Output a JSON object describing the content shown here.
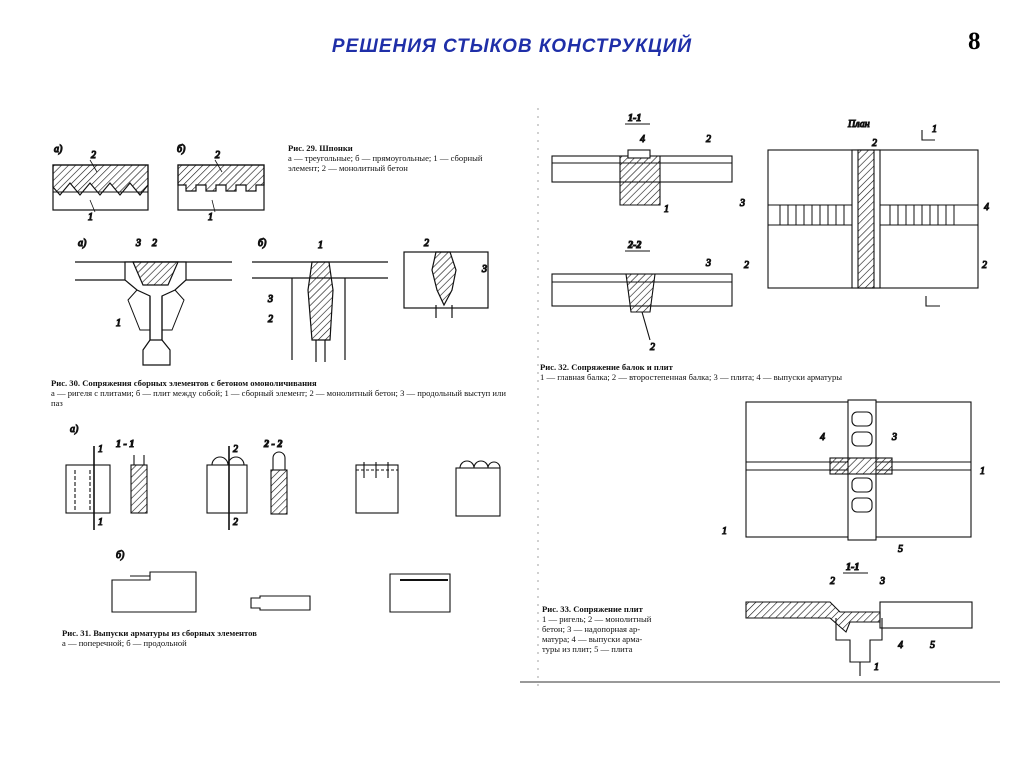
{
  "page": {
    "title": "РЕШЕНИЯ  СТЫКОВ  КОНСТРУКЦИЙ",
    "number": "8",
    "title_color": "#1f2fa8"
  },
  "fig29": {
    "title": "Рис. 29. Шпонки",
    "text": "а — треугольные; б — прямоугольные; 1 — сборный элемент; 2 — монолитный бетон",
    "labels": {
      "a": "а)",
      "b": "б)",
      "n1": "1",
      "n2": "2"
    }
  },
  "fig30": {
    "title": "Рис. 30. Сопряжения сборных элементов с бетоном омоноличивания",
    "text": "а — ригеля с плитами; б — плит между собой; 1 — сборный элемент; 2 — монолитный бетон; 3 — продольный выступ или паз",
    "labels": {
      "a": "а)",
      "b": "б)",
      "n1": "1",
      "n2": "2",
      "n3": "3"
    }
  },
  "fig31": {
    "title": "Рис. 31. Выпуски арматуры из сборных элементов",
    "text": "а — поперечной; б — продольной",
    "labels": {
      "a": "а)",
      "b": "б)",
      "sec11": "1 - 1",
      "sec22": "2 - 2",
      "n1": "1",
      "n2": "2"
    }
  },
  "fig32": {
    "title": "Рис. 32. Сопряжение балок и плит",
    "text": "1 — главная балка; 2 — второстепенная балка; 3 — плита; 4 — выпуски арматуры",
    "labels": {
      "sec11": "1-1",
      "sec22": "2-2",
      "plan": "План",
      "n1": "1",
      "n2": "2",
      "n3": "3",
      "n4": "4"
    }
  },
  "fig33": {
    "title": "Рис. 33. Сопряжение плит",
    "lines": [
      "1 — ригель; 2 — монолитный",
      "бетон; 3 — надопорная ар-",
      "матура; 4 — выпуски арма-",
      "туры из плит; 5 — плита"
    ],
    "labels": {
      "sec11": "1-1",
      "n1": "1",
      "n2": "2",
      "n3": "3",
      "n4": "4",
      "n5": "5"
    }
  }
}
